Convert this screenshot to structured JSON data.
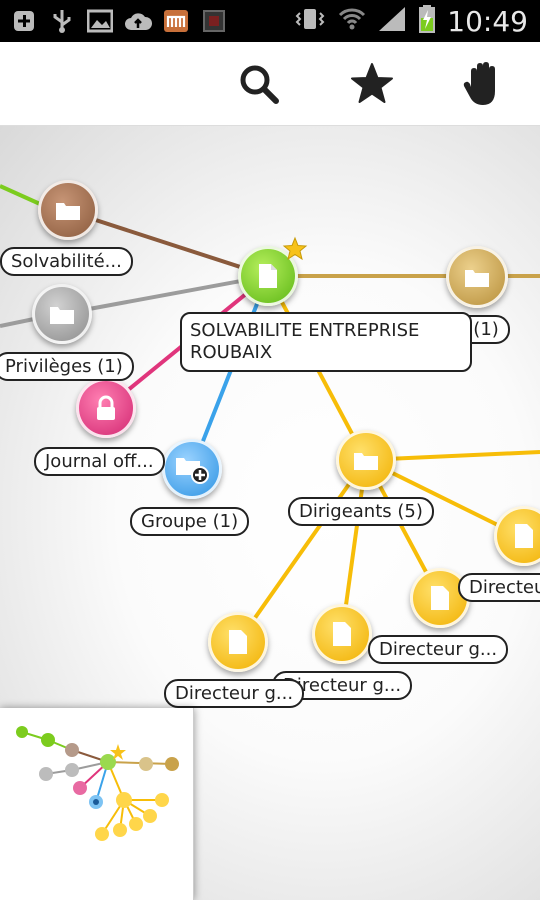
{
  "status_bar": {
    "time": "10:49",
    "left_icons": [
      "add-icon",
      "usb-icon",
      "image-icon",
      "cloud-upload-icon",
      "m-app-icon",
      "game-icon"
    ],
    "right_icons": [
      "vibrate-icon",
      "wifi-icon",
      "signal-icon",
      "battery-charging-icon"
    ]
  },
  "action_bar": {
    "buttons": [
      "search-icon",
      "star-icon",
      "hand-icon"
    ]
  },
  "graph": {
    "center": {
      "label_line1": "SOLVABILITE ENTREPRISE",
      "label_line2": "ROUBAIX"
    },
    "nodes": {
      "solvabilite": {
        "label": "Solvabilité..."
      },
      "privileges": {
        "label": "Privilèges (1)"
      },
      "journal": {
        "label": "Journal off..."
      },
      "groupe": {
        "label": "Groupe (1)"
      },
      "right_folder": {
        "label": "...n (1)"
      },
      "dirigeants": {
        "label": "Dirigeants (5)"
      },
      "right_edge": {
        "label": "Directeu"
      },
      "dir_far": {
        "label": "Directeur g..."
      },
      "dir_mid": {
        "label": "Directeur g..."
      },
      "dir_left": {
        "label": "Directeur g..."
      }
    }
  },
  "colors": {
    "green": "#7ccc1e",
    "brown": "#8a5a3c",
    "gray": "#9c9c9c",
    "pink": "#e0357c",
    "blue": "#3aa2ea",
    "gold": "#c9a24a",
    "yellow": "#f7bd08"
  },
  "minimap": {
    "visible": true
  }
}
